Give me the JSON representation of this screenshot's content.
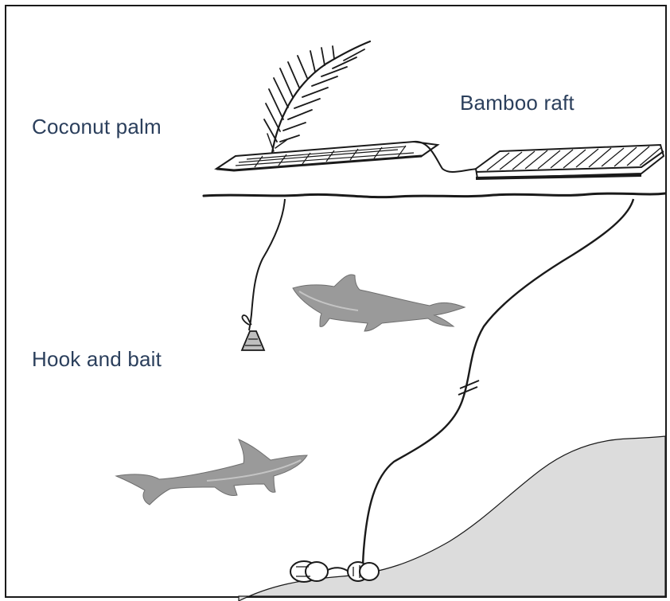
{
  "labels": {
    "coconut_palm": "Coconut palm",
    "bamboo_raft": "Bamboo raft",
    "hook_and_bait": "Hook and bait"
  },
  "colors": {
    "text": "#2b3f5c",
    "line": "#1a1a1a",
    "shark": "#9a9a9a",
    "seabed": "#dcdcdc",
    "background": "#ffffff"
  },
  "icons": [
    "coconut-palm-icon",
    "bamboo-raft-icon",
    "shark-icon",
    "hook-icon",
    "anchor-weight-icon"
  ]
}
